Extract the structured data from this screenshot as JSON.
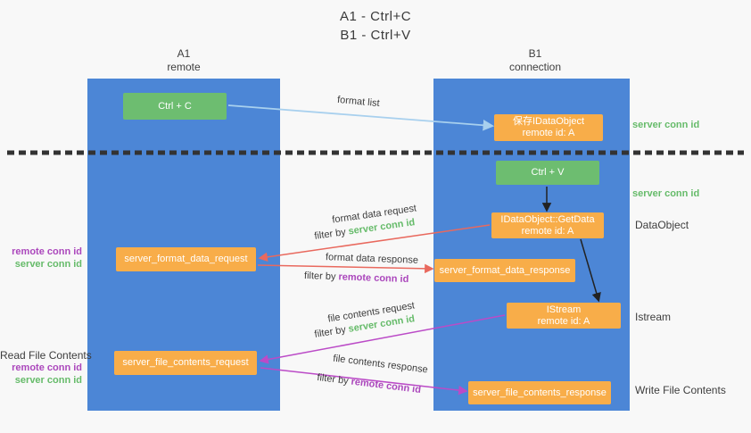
{
  "title": {
    "line1": "A1 - Ctrl+C",
    "line2": "B1 - Ctrl+V"
  },
  "lifelines": {
    "a": {
      "name": "A1",
      "role": "remote"
    },
    "b": {
      "name": "B1",
      "role": "connection"
    }
  },
  "nodes": {
    "ctrl_c": "Ctrl + C",
    "ctrl_v": "Ctrl + V",
    "save_idataobject": {
      "title": "保存IDataObject",
      "subtitle": "remote id: A"
    },
    "getdata": {
      "title": "IDataObject::GetData",
      "subtitle": "remote id: A"
    },
    "istream": {
      "title": "IStream",
      "subtitle": "remote id: A"
    },
    "server_format_data_request": "server_format_data_request",
    "server_format_data_response": "server_format_data_response",
    "server_file_contents_request": "server_file_contents_request",
    "server_file_contents_response": "server_file_contents_response"
  },
  "edge_labels": {
    "format_list": "format list",
    "format_data_request": "format data request",
    "format_data_response": "format data response",
    "file_contents_request": "file contents request",
    "file_contents_response": "file contents response",
    "filter_by": "filter by",
    "server_conn_id": "server conn id",
    "remote_conn_id": "remote conn id"
  },
  "annotations": {
    "right": {
      "server_conn_id_1": "server conn id",
      "server_conn_id_2": "server conn id",
      "dataobject": "DataObject",
      "istream": "Istream",
      "write_file_contents": "Write File Contents"
    },
    "left": {
      "remote_conn_id_1": "remote conn id",
      "server_conn_id_1": "server conn id",
      "read_file_contents": "Read File Contents",
      "remote_conn_id_2": "remote conn id",
      "server_conn_id_2": "server conn id"
    }
  },
  "colors": {
    "lifeline_blue": "#4c86d6",
    "action_green": "#6dbd70",
    "node_orange": "#f8ad49",
    "green_text": "#66bb6a",
    "purple_text": "#ab47bc",
    "request_arrow_red": "#e9695e",
    "response_arrow_magenta": "#bb4bc7",
    "format_list_arrow_blue": "#a8d0ee",
    "black_arrow": "#222222",
    "divider_dark": "#333333"
  }
}
